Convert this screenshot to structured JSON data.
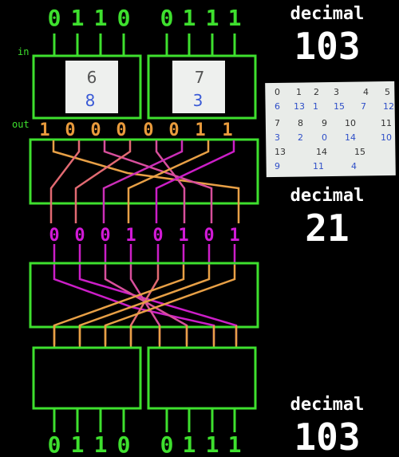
{
  "top_bits": [
    "0",
    "1",
    "1",
    "0",
    "0",
    "1",
    "1",
    "1"
  ],
  "bottom_bits": [
    "0",
    "1",
    "1",
    "0",
    "0",
    "1",
    "1",
    "1"
  ],
  "mid_bits": [
    "0",
    "0",
    "0",
    "1",
    "0",
    "1",
    "0",
    "1"
  ],
  "out_bits": [
    "1",
    "0",
    "0",
    "0",
    "0",
    "0",
    "1",
    "1"
  ],
  "labels": {
    "in": "in",
    "out": "out"
  },
  "decimals": {
    "top": {
      "label": "decimal",
      "value": "103"
    },
    "mid": {
      "label": "decimal",
      "value": "21"
    },
    "bottom": {
      "label": "decimal",
      "value": "103"
    }
  },
  "sbox_notes": [
    {
      "top": "6",
      "bottom": "8"
    },
    {
      "top": "7",
      "bottom": "3"
    }
  ],
  "lookup_table": {
    "rows": [
      [
        "0",
        "1",
        "2",
        "3",
        "4",
        "5"
      ],
      [
        "6",
        "13",
        "1",
        "15",
        "7",
        "12"
      ],
      [
        "7",
        "8",
        "9",
        "10",
        "11",
        ""
      ],
      [
        "3",
        "2",
        "0",
        "14",
        "10",
        ""
      ],
      [
        "13",
        "14",
        "15",
        "",
        "",
        ""
      ],
      [
        "9",
        "11",
        "4",
        "",
        "",
        ""
      ]
    ]
  },
  "colors": {
    "box": "#3ee02e",
    "bit": "#3ee02e",
    "mid_bit": "#d11ad6",
    "out_bit": "#e89a3c",
    "wire_orange": "#e8a046",
    "wire_pink": "#e0508a",
    "wire_magenta": "#cc1ec8",
    "text": "#ffffff"
  }
}
